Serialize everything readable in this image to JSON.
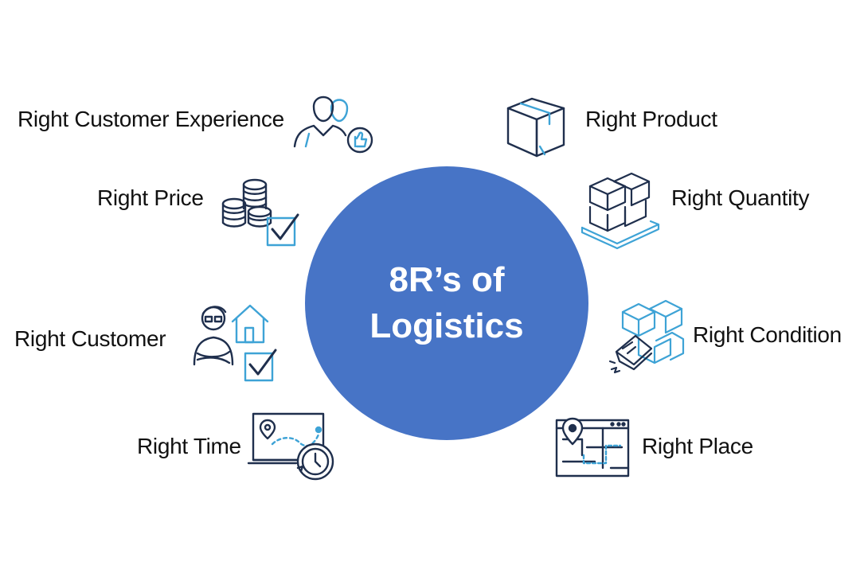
{
  "center": {
    "line1": "8R’s of",
    "line2": "Logistics"
  },
  "items": [
    {
      "label": "Right Customer Experience",
      "icon": "customer-thumbs-up-icon"
    },
    {
      "label": "Right Price",
      "icon": "coins-check-icon"
    },
    {
      "label": "Right Customer",
      "icon": "customer-house-check-icon"
    },
    {
      "label": "Right Time",
      "icon": "route-clock-icon"
    },
    {
      "label": "Right Product",
      "icon": "box-icon"
    },
    {
      "label": "Right Quantity",
      "icon": "pallet-boxes-icon"
    },
    {
      "label": "Right Condition",
      "icon": "damaged-box-icon"
    },
    {
      "label": "Right Place",
      "icon": "map-pin-icon"
    }
  ],
  "colors": {
    "hub": "#4774c6",
    "icon_dark": "#1f2f4d",
    "icon_accent": "#3ea3d6",
    "text": "#111111"
  }
}
